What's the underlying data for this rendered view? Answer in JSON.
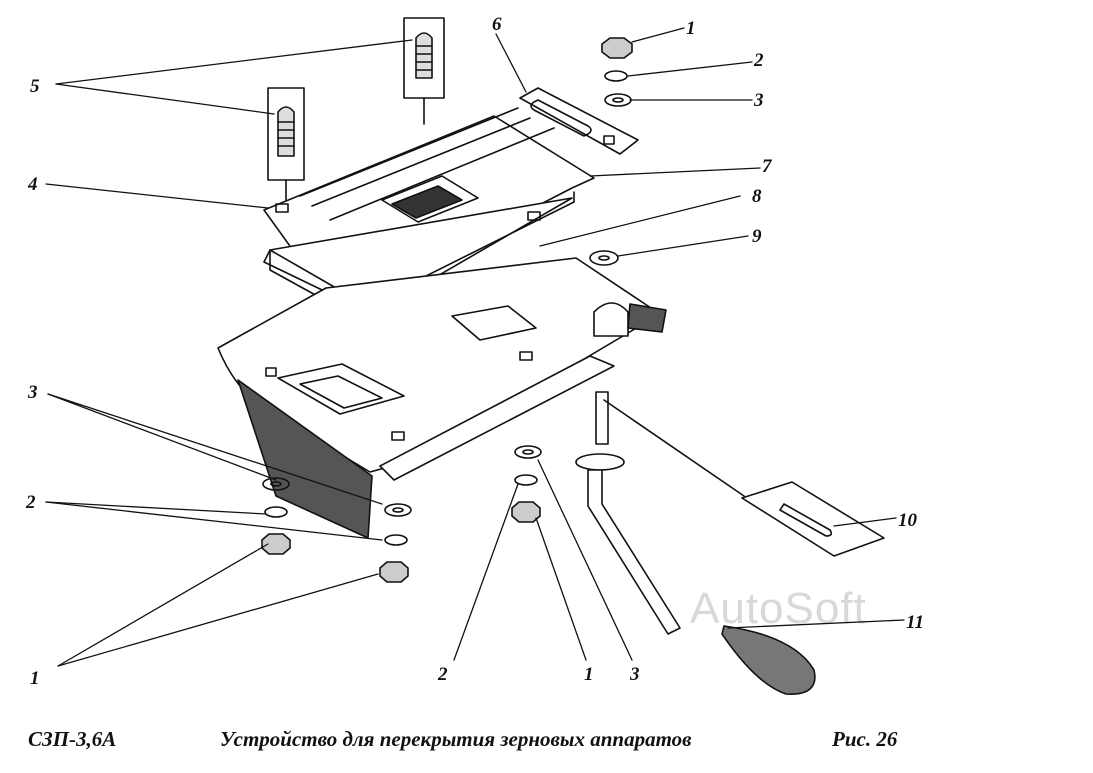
{
  "callouts": {
    "c1_top": "1",
    "c2_top": "2",
    "c3_top": "3",
    "c4": "4",
    "c5": "5",
    "c6": "6",
    "c7": "7",
    "c8": "8",
    "c9": "9",
    "c10": "10",
    "c11": "11",
    "c3_left": "3",
    "c2_left": "2",
    "c1_left": "1",
    "c2_bottom": "2",
    "c1_bottom": "1",
    "c3_bottom": "3"
  },
  "footer": {
    "model": "СЗП-3,6А",
    "title": "Устройство для перекрытия зерновых аппаратов",
    "figure": "Рис. 26"
  },
  "watermark": "AutoSoft"
}
